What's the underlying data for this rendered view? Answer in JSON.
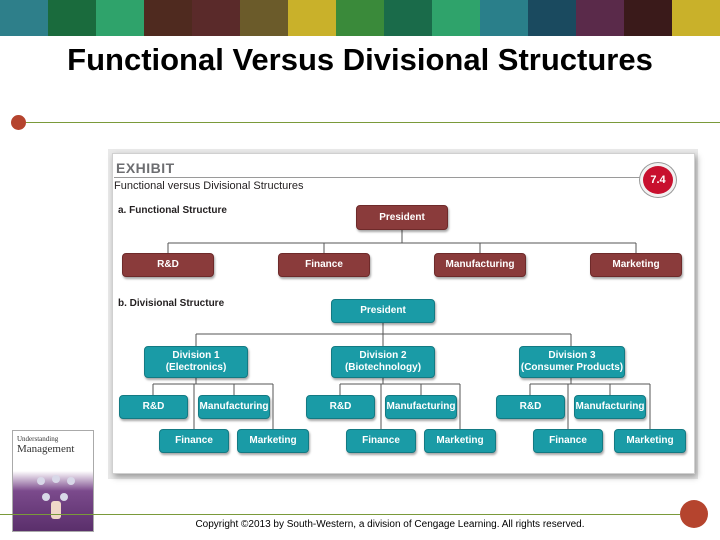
{
  "slide": {
    "title": "Functional Versus Divisional Structures",
    "copyright": "Copyright ©2013 by South-Western, a division of Cengage Learning. All rights reserved.",
    "band_colors": [
      "#2e7f8a",
      "#1a6b3d",
      "#2fa36b",
      "#4f2a1f",
      "#5a2a2a",
      "#6b5b2a",
      "#c9b12a",
      "#3a8a3a",
      "#1a6b4a",
      "#2fa36b",
      "#2a7f8a",
      "#1a4a5f",
      "#5a2a4a",
      "#3a1a1a",
      "#c9b12a"
    ]
  },
  "book": {
    "line1": "Understanding",
    "line2": "Management"
  },
  "exhibit": {
    "label": "EXHIBIT",
    "subtitle": "Functional versus Divisional Structures",
    "badge": "7.4",
    "functional": {
      "label": "a. Functional Structure",
      "top": "President",
      "children": [
        "R&D",
        "Finance",
        "Manufacturing",
        "Marketing"
      ]
    },
    "divisional": {
      "label": "b. Divisional Structure",
      "top": "President",
      "divisions": [
        {
          "name": "Division 1",
          "sub": "(Electronics)",
          "children": [
            "R&D",
            "Manufacturing",
            "Finance",
            "Marketing"
          ]
        },
        {
          "name": "Division 2",
          "sub": "(Biotechnology)",
          "children": [
            "R&D",
            "Manufacturing",
            "Finance",
            "Marketing"
          ]
        },
        {
          "name": "Division 3",
          "sub": "(Consumer Products)",
          "children": [
            "R&D",
            "Manufacturing",
            "Finance",
            "Marketing"
          ]
        }
      ]
    }
  }
}
